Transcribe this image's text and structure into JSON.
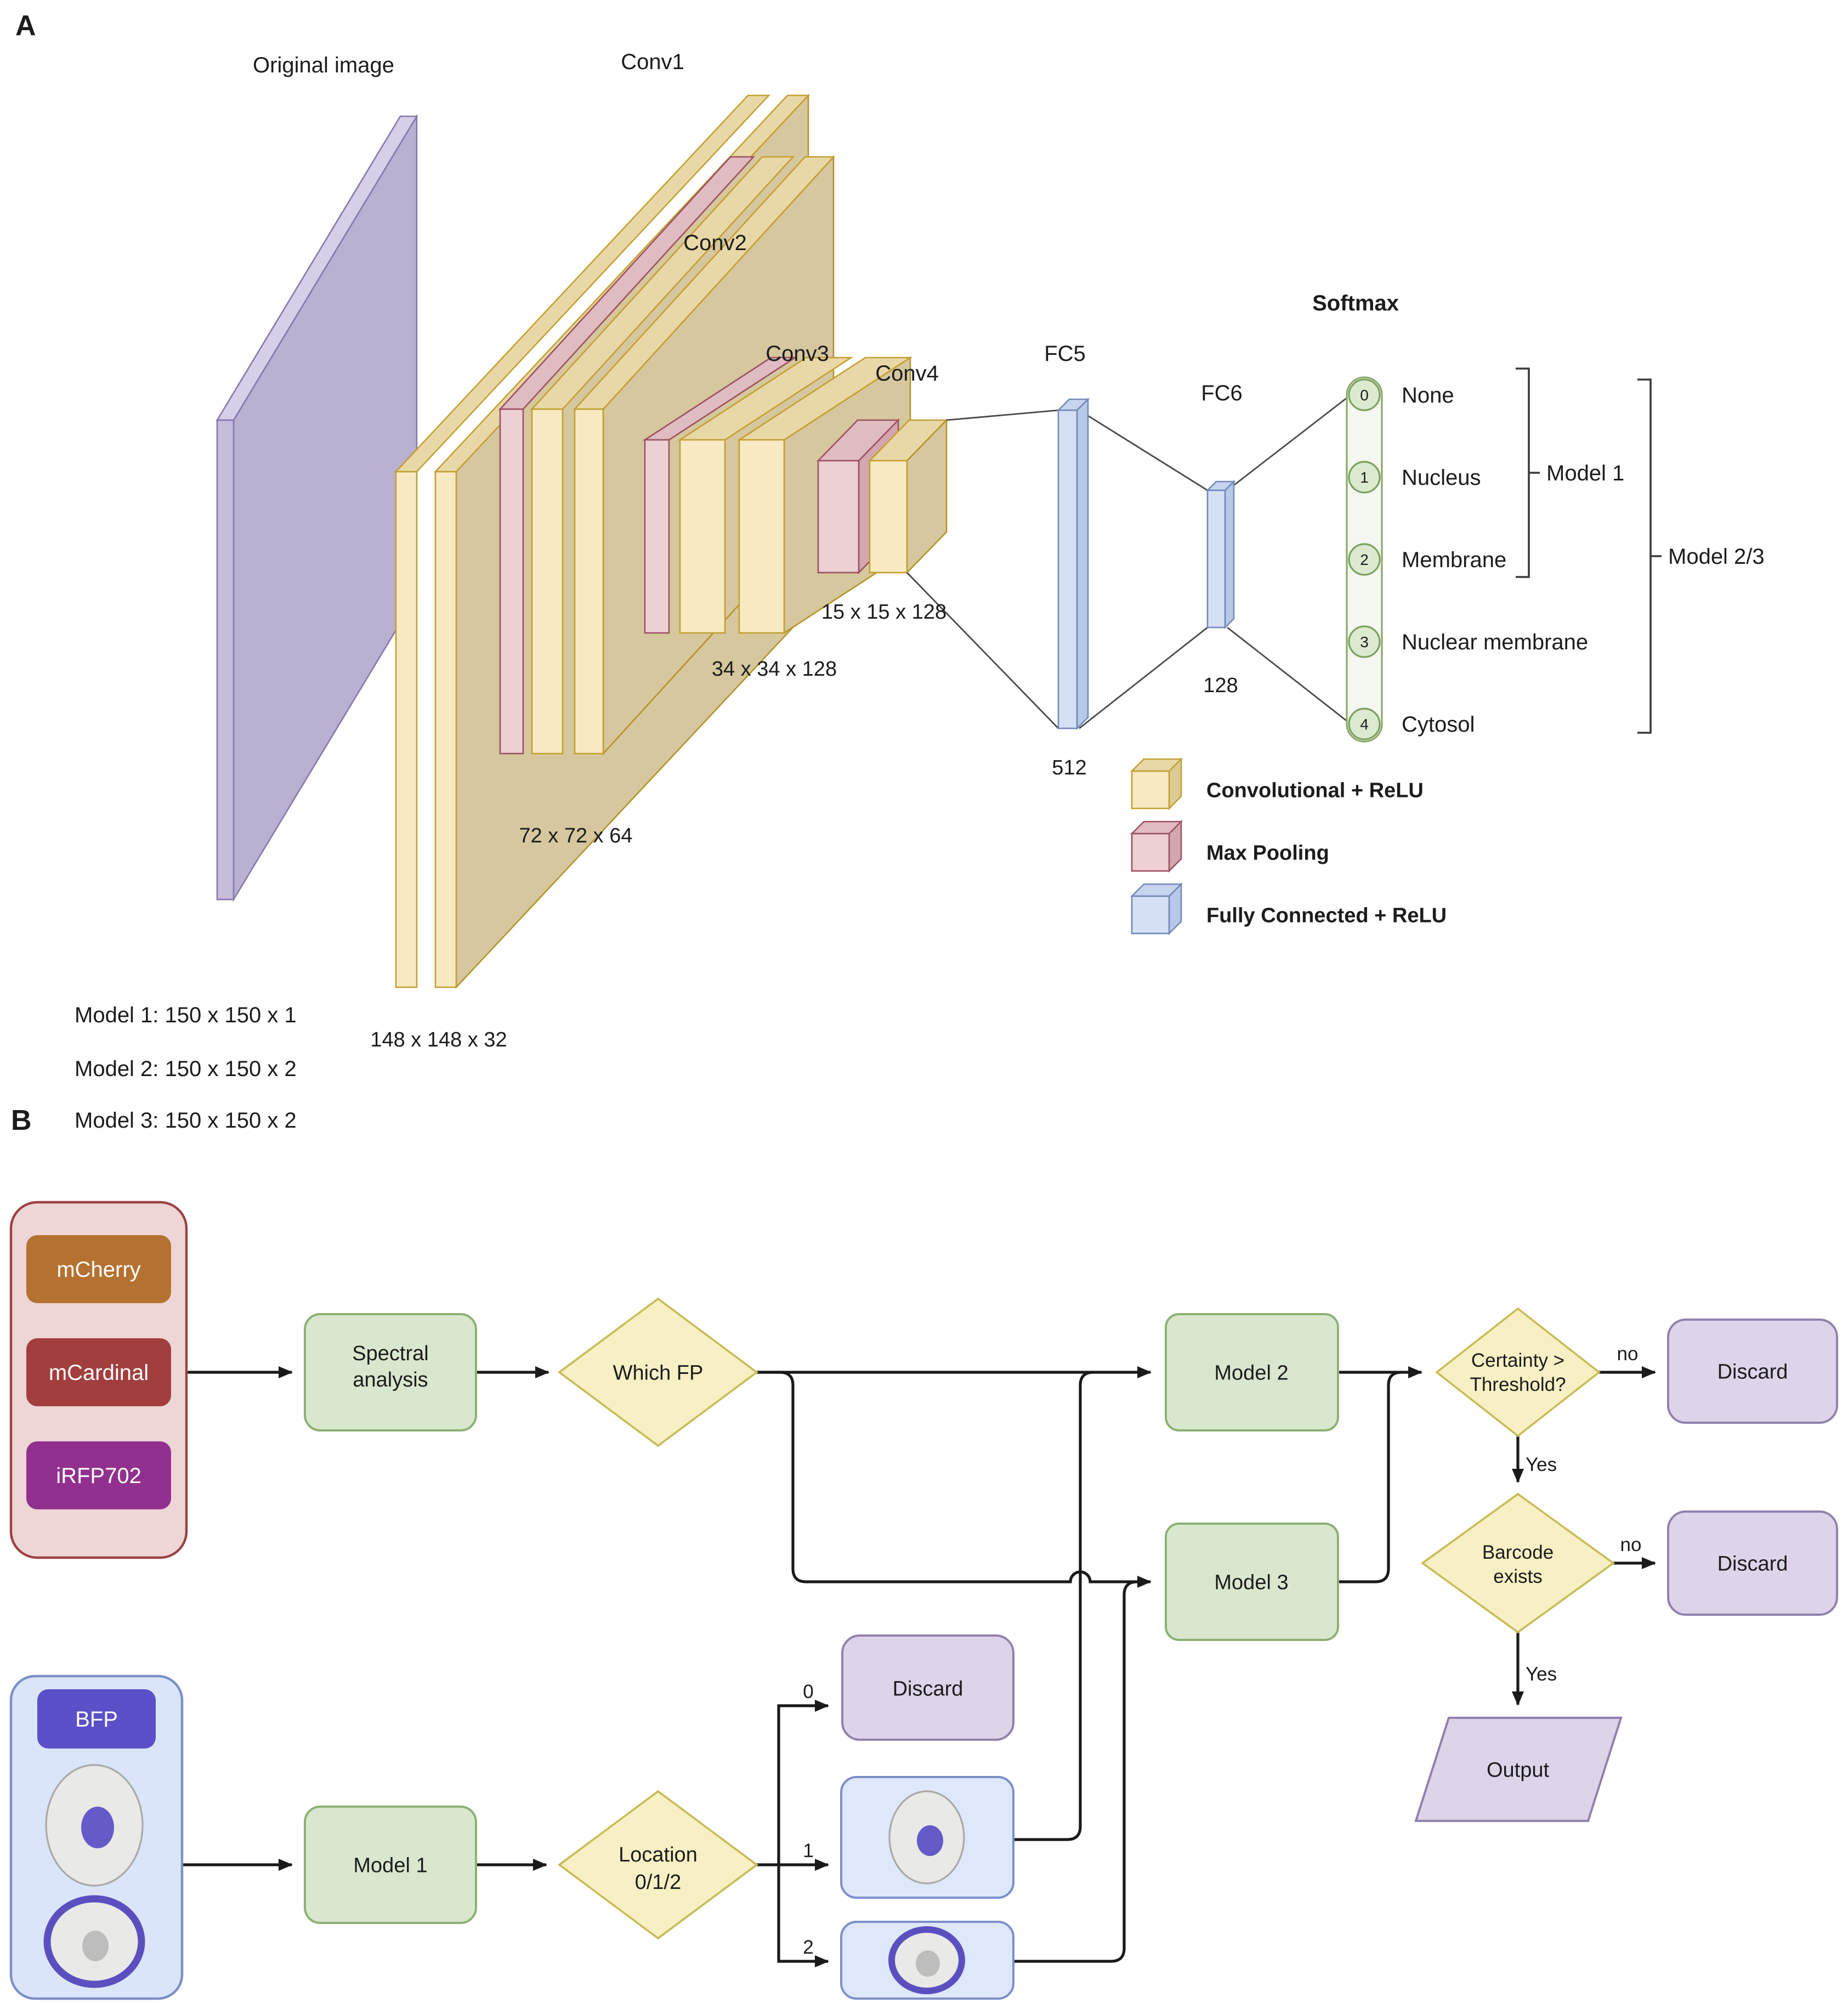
{
  "figure": {
    "colors": {
      "mcherry": "#b5712f",
      "mcardinal": "#a33e3e",
      "irfp702": "#92308f",
      "bfp": "#5a50c8",
      "conv_yellow": "#f7eac3",
      "maxpool_pink": "#ecd0d4",
      "fc_blue": "#d6e0f4",
      "process_green": "#d9e7cf",
      "decision_yellow": "#f7f0c4",
      "discard_purple": "#ded4ea"
    },
    "panel_a": {
      "label": "A",
      "titles": {
        "original_image": "Original image",
        "conv1": "Conv1",
        "conv2": "Conv2",
        "conv3": "Conv3",
        "conv4": "Conv4",
        "fc5": "FC5",
        "fc6": "FC6",
        "softmax": "Softmax"
      },
      "dims": {
        "input_models": [
          "Model 1: 150 x 150 x 1",
          "Model 2: 150 x 150 x 2",
          "Model 3: 150 x 150 x 2"
        ],
        "conv1": "148 x 148 x 32",
        "conv2": "72 x 72 x 64",
        "conv3": "34 x 34 x 128",
        "conv4": "15 x 15 x 128",
        "fc5": "512",
        "fc6": "128"
      },
      "softmax_outputs": [
        {
          "index": "0",
          "label": "None"
        },
        {
          "index": "1",
          "label": "Nucleus"
        },
        {
          "index": "2",
          "label": "Membrane"
        },
        {
          "index": "3",
          "label": "Nuclear membrane"
        },
        {
          "index": "4",
          "label": "Cytosol"
        }
      ],
      "brackets": {
        "model1": "Model 1",
        "model23": "Model 2/3"
      },
      "legend": [
        {
          "label": "Convolutional + ReLU"
        },
        {
          "label": "Max Pooling"
        },
        {
          "label": "Fully Connected + ReLU"
        }
      ]
    },
    "panel_b": {
      "label": "B",
      "fp_panel": {
        "mcherry": "mCherry",
        "mcardinal": "mCardinal",
        "irfp702": "iRFP702"
      },
      "bfp_panel": {
        "bfp": "BFP"
      },
      "nodes": {
        "spectral": [
          "Spectral",
          "analysis"
        ],
        "which_fp": "Which FP",
        "model1": "Model 1",
        "model2": "Model 2",
        "model3": "Model 3",
        "certainty": [
          "Certainty >",
          "Threshold?"
        ],
        "barcode": [
          "Barcode",
          "exists"
        ],
        "discard_location": "Discard",
        "discard_certainty": "Discard",
        "discard_barcode": "Discard",
        "output": "Output",
        "location": [
          "Location",
          "0/1/2"
        ]
      },
      "edges": {
        "no_certainty": "no",
        "yes_certainty": "Yes",
        "no_barcode": "no",
        "yes_barcode": "Yes",
        "branch0": "0",
        "branch1": "1",
        "branch2": "2"
      }
    }
  }
}
